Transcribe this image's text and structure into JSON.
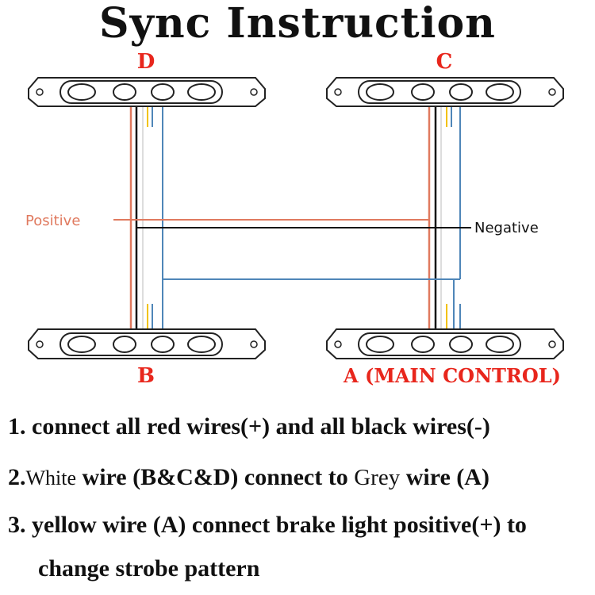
{
  "title": "Sync Instruction",
  "labels": {
    "d": "D",
    "c": "C",
    "b": "B",
    "a": "A (MAIN CONTROL)",
    "positive": "Positive",
    "negative": "Negative"
  },
  "steps": {
    "s1": "1. connect all red wires(+) and all black wires(-)",
    "s2_num": "2.",
    "s2_white": "White",
    "s2_mid": " wire (B&C&D) connect to ",
    "s2_grey": "Grey",
    "s2_end": " wire (A)",
    "s3_line1": "3. yellow wire  (A) connect brake light positive(+) to",
    "s3_line2": "change strobe pattern"
  },
  "colors": {
    "label_red": "#e8261c",
    "wire_red": "#e07a5f",
    "wire_black": "#111111",
    "wire_blue": "#4f86b8",
    "wire_yellow": "#f2c200",
    "wire_grey": "#9aa0a6",
    "positive_text": "#e07a5f"
  }
}
